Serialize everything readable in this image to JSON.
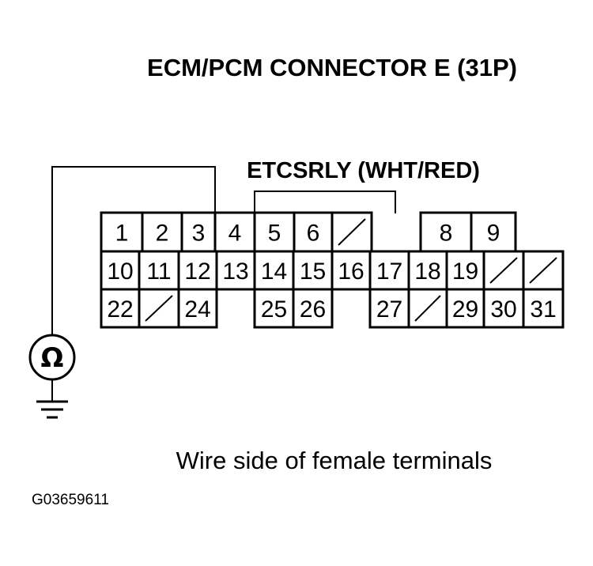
{
  "title": "ECM/PCM CONNECTOR E (31P)",
  "wire_label": "ETCSRLY (WHT/RED)",
  "caption": "Wire side of female terminals",
  "figure_code": "G03659611",
  "ohmmeter_symbol": "Ω",
  "connector": {
    "rows": [
      [
        {
          "label": "1"
        },
        {
          "label": "2"
        },
        {
          "label": "3"
        },
        {
          "label": "4"
        },
        {
          "label": "5"
        },
        {
          "label": "6"
        },
        {
          "label": "",
          "empty": true
        },
        {
          "gap": true
        },
        {
          "label": "8"
        },
        {
          "label": "9"
        }
      ],
      [
        {
          "label": "10"
        },
        {
          "label": "11"
        },
        {
          "label": "12"
        },
        {
          "label": "13"
        },
        {
          "label": "14"
        },
        {
          "label": "15"
        },
        {
          "label": "16"
        },
        {
          "label": "17"
        },
        {
          "label": "18"
        },
        {
          "label": "19"
        },
        {
          "label": "",
          "empty": true
        },
        {
          "label": "",
          "empty": true
        }
      ],
      [
        {
          "label": "22"
        },
        {
          "label": "",
          "empty": true
        },
        {
          "label": "24"
        },
        {
          "gap": true
        },
        {
          "label": "25"
        },
        {
          "label": "26"
        },
        {
          "gap": true
        },
        {
          "label": "27"
        },
        {
          "label": "",
          "empty": true
        },
        {
          "label": "29"
        },
        {
          "label": "30"
        },
        {
          "label": "31"
        }
      ]
    ]
  }
}
